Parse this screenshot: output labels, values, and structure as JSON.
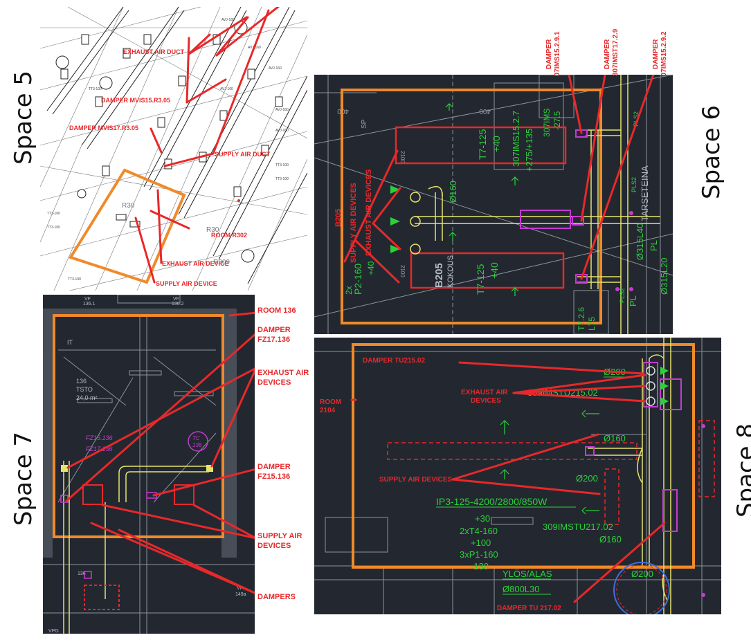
{
  "labels": {
    "space5": "Space 5",
    "space6": "Space 6",
    "space7": "Space 7",
    "space8": "Space 8"
  },
  "colors": {
    "annotation": "#e8282a",
    "room_outline": "#f08a2a",
    "cad_background": "#232830",
    "cad_green": "#2bd13a",
    "cad_yellow": "#e8e46a",
    "cad_magenta": "#c43bd2"
  },
  "space5": {
    "annotations": [
      "EXHAUST AIR DUCT",
      "DAMPER MVIS15.R3.05",
      "DAMPER MVIS17.R3.05",
      "SUPPLY AIR DUCT",
      "ROOM R302",
      "EXHAUST AIR DEVICE",
      "SUPPLY AIR DEVICE"
    ],
    "room_labels": [
      "R30",
      "R30",
      "R309"
    ]
  },
  "space6": {
    "dampers": [
      "DAMPER\n307IMS15.2.9.1",
      "DAMPER\n307IMST17.2.9",
      "DAMPER\n307IMS15.2.9.2"
    ],
    "annotations": [
      "SUPPLY AIR DEVICES",
      "EXHAUST AIR DEVICES",
      "B205"
    ],
    "cad_text": [
      "T7-125",
      "+40",
      "307IMS15.2.7",
      "+275/+135",
      "T7-125",
      "+40",
      "P2-160",
      "2x",
      "+40",
      "Ø160",
      "Ø315L40",
      "Ø315L20",
      "PL",
      "PL",
      "PLS2",
      "PLS2",
      "PLS2",
      "B205",
      "KOKOUS",
      "2100",
      "2100",
      "400",
      "400",
      "SP",
      "307IMS",
      "-27.5",
      "T7.2.6",
      "L75"
    ]
  },
  "space7": {
    "annotations": [
      "ROOM 136",
      "DAMPER\nFZ17.136",
      "EXHAUST AIR\nDEVICES",
      "DAMPER\nFZ15.136",
      "SUPPLY AIR\nDEVICES",
      "DAMPERS"
    ],
    "cad_text": [
      "VF",
      "136.1",
      "VF",
      "136.2",
      "IT",
      "136",
      "TSTO",
      "24,0 m²",
      "FZ15.136",
      "FZ17.136",
      "TC",
      "136",
      "VF",
      "149a",
      "136",
      "VPG"
    ]
  },
  "space8": {
    "annotations": [
      "DAMPER TU215.02",
      "EXHAUST AIR\nDEVICES",
      "ROOM\n2104",
      "SUPPLY AIR DEVICES",
      "DAMPER TU 217.02"
    ],
    "cad_text": [
      "Ø200",
      "309IMSTU215.02",
      "Ø160",
      "Ø200",
      "IP3-125-4200/2800/850W",
      "+30",
      "2xT4-160",
      "+100",
      "3xP1-160",
      "-130",
      "309IMSTU217.02",
      "Ø160",
      "Ø200",
      "YLÖS/ALAS",
      "Ø800L30"
    ]
  }
}
